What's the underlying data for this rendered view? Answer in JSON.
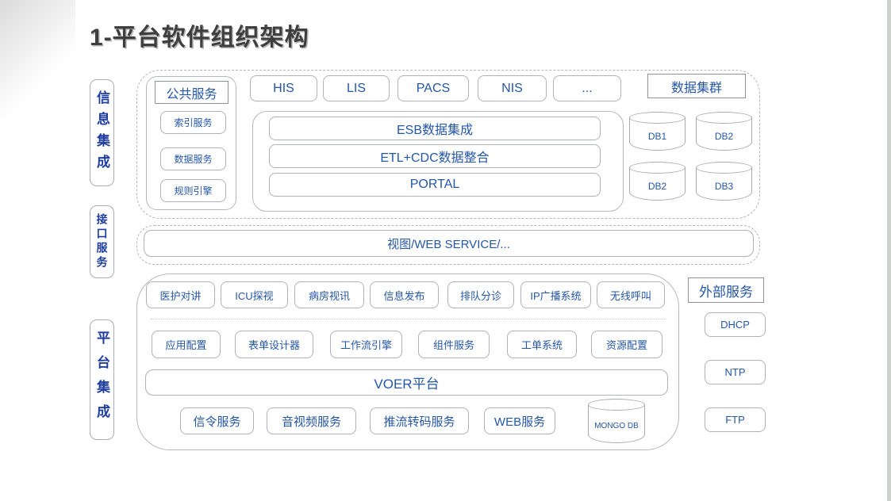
{
  "page": {
    "title": "1-平台软件组织架构"
  },
  "colors": {
    "accent_blue": "#2456a8",
    "label_blue": "#1e3d9e",
    "title_gray": "#3e3e3e",
    "border_gray": "#aeb1b6"
  },
  "side_labels": [
    {
      "label": "信息集成"
    },
    {
      "label": "接口服务"
    },
    {
      "label": "平台集成"
    }
  ],
  "info_section": {
    "public_services": {
      "title": "公共服务",
      "items": [
        "索引服务",
        "数据服务",
        "规则引擎"
      ]
    },
    "systems": [
      "HIS",
      "LIS",
      "PACS",
      "NIS",
      "..."
    ],
    "data_cluster": {
      "title": "数据集群",
      "databases": [
        "DB1",
        "DB2",
        "DB2",
        "DB3"
      ]
    },
    "integration_layers": [
      "ESB数据集成",
      "ETL+CDC数据整合",
      "PORTAL"
    ]
  },
  "interface_section": {
    "bar": "视图/WEB SERVICE/..."
  },
  "platform_section": {
    "apps_row": [
      "医护对讲",
      "ICU探视",
      "病房视讯",
      "信息发布",
      "排队分诊",
      "IP广播系统",
      "无线呼叫"
    ],
    "tools_row": [
      "应用配置",
      "表单设计器",
      "工作流引擎",
      "组件服务",
      "工单系统",
      "资源配置"
    ],
    "platform_bar": "VOER平台",
    "services_row": [
      "信令服务",
      "音视频服务",
      "推流转码服务",
      "WEB服务"
    ],
    "database": "MONGO DB"
  },
  "external_services": {
    "title": "外部服务",
    "items": [
      "DHCP",
      "NTP",
      "FTP"
    ]
  }
}
